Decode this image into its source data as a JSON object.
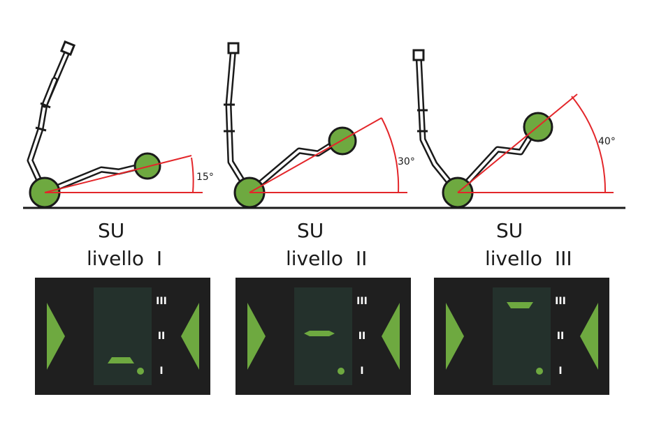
{
  "colors": {
    "frame_outline": "#1a1a1a",
    "frame_fill": "#ffffff",
    "wheel": "#6ea940",
    "angle_line": "#e3262a",
    "ground": "#1a1a1a",
    "panel_bg": "#1f1f1f",
    "display_bg": "#24312c",
    "indicator": "#6ea940",
    "numeral": "#ffffff"
  },
  "ground_line": {},
  "figures": [
    {
      "angle_label": "15°",
      "angle_deg": 15,
      "title_line1": "SU",
      "title_line2": "livello  I",
      "panel": {
        "marker_level": 1,
        "numerals": {
          "top": "III",
          "middle": "II",
          "bottom": "I"
        }
      }
    },
    {
      "angle_label": "30°",
      "angle_deg": 30,
      "title_line1": "SU",
      "title_line2": "livello  II",
      "panel": {
        "marker_level": 2,
        "numerals": {
          "top": "III",
          "middle": "II",
          "bottom": "I"
        }
      }
    },
    {
      "angle_label": "40°",
      "angle_deg": 40,
      "title_line1": "SU",
      "title_line2": "livello  III",
      "panel": {
        "marker_level": 3,
        "numerals": {
          "top": "III",
          "middle": "II",
          "bottom": "I"
        }
      }
    }
  ]
}
